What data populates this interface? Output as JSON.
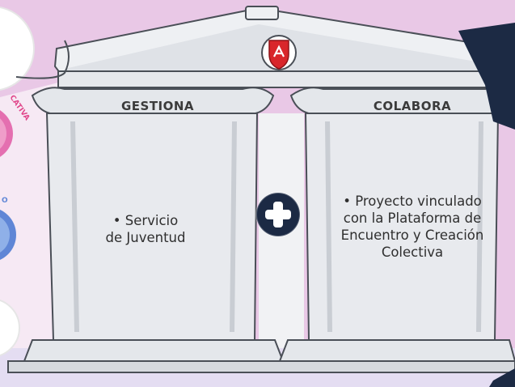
{
  "colors": {
    "background_pink": "#e9c8e6",
    "background_lilac": "#e4ddf2",
    "stone_light": "#f1f2f4",
    "stone_mid": "#d6d9de",
    "stone_shadow": "#aeb3bb",
    "outline": "#4a4f57",
    "navy": "#1c2a44",
    "emblem_red": "#d9262b",
    "accent_magenta": "#e0468a",
    "accent_blue": "#5f86d6"
  },
  "side_fragment_text": "CATIVA",
  "side_fragment_text_2": "O",
  "left_column": {
    "header": "GESTIONA",
    "text_line1": "• Servicio",
    "text_line2": "de Juventud"
  },
  "right_column": {
    "header": "COLABORA",
    "text_line1": "• Proyecto vinculado",
    "text_line2": "con la Plataforma de",
    "text_line3": "Encuentro y Creación",
    "text_line4": "Colectiva"
  },
  "icons": [
    "emblem-shield-icon",
    "plus-circle-icon"
  ]
}
